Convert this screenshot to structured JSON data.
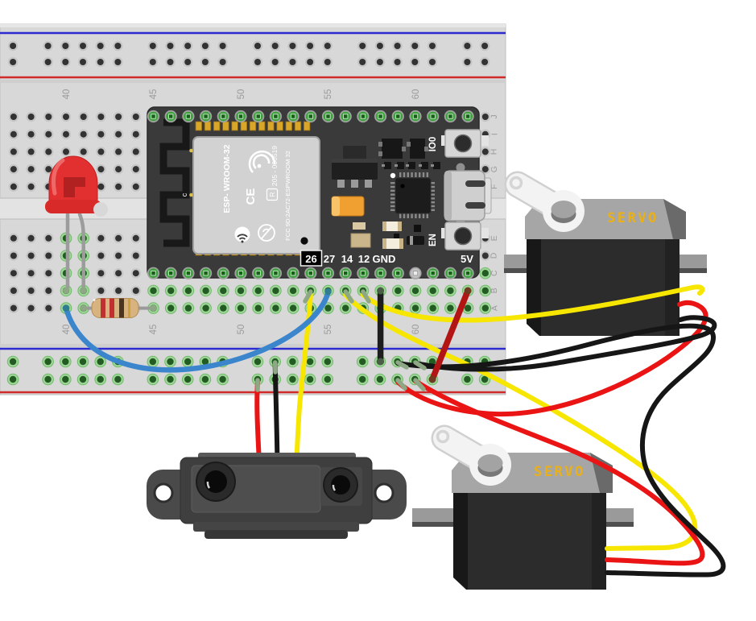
{
  "title": "ESP32 breadboard circuit with two servos, IR distance sensor and LED",
  "colors": {
    "wire_yellow": "#f7e600",
    "wire_red": "#ea1414",
    "wire_black": "#161616",
    "wire_blue": "#3a85cc",
    "jumper_red_dark": "#b31414",
    "jumper_black": "#1d1d1d",
    "rail_blue": "#2b2bd0",
    "rail_red": "#d02b2b",
    "servo_label": "#eab018",
    "pin_green": "#3ea33e",
    "board_dark": "#3a3a3a",
    "led_red": "#e23030",
    "breadboard_gray": "#d8d8d8"
  },
  "breadboard": {
    "column_labels": [
      "40",
      "45",
      "50",
      "55",
      "60"
    ],
    "row_letters_top": [
      "J",
      "I",
      "H",
      "G",
      "F"
    ],
    "row_letters_bottom": [
      "E",
      "D",
      "C",
      "B",
      "A"
    ]
  },
  "esp32": {
    "module": {
      "name": "ESP- WROOM-32",
      "serial": "205 - 000519",
      "fcc": "FCC 9D:2AC72-ESPWROOM 32",
      "ce_mark": "CE",
      "r_mark": "R",
      "antenna_label": "c"
    },
    "pin_labels": [
      "26",
      "27",
      "14",
      "12",
      "GND"
    ],
    "pin_5v": "5V",
    "button_top": "IO0",
    "button_bottom": "EN"
  },
  "servo_top": {
    "label": "SERVO"
  },
  "servo_bottom": {
    "label": "SERVO"
  },
  "ir_sensor": {
    "type": "infrared distance sensor"
  }
}
